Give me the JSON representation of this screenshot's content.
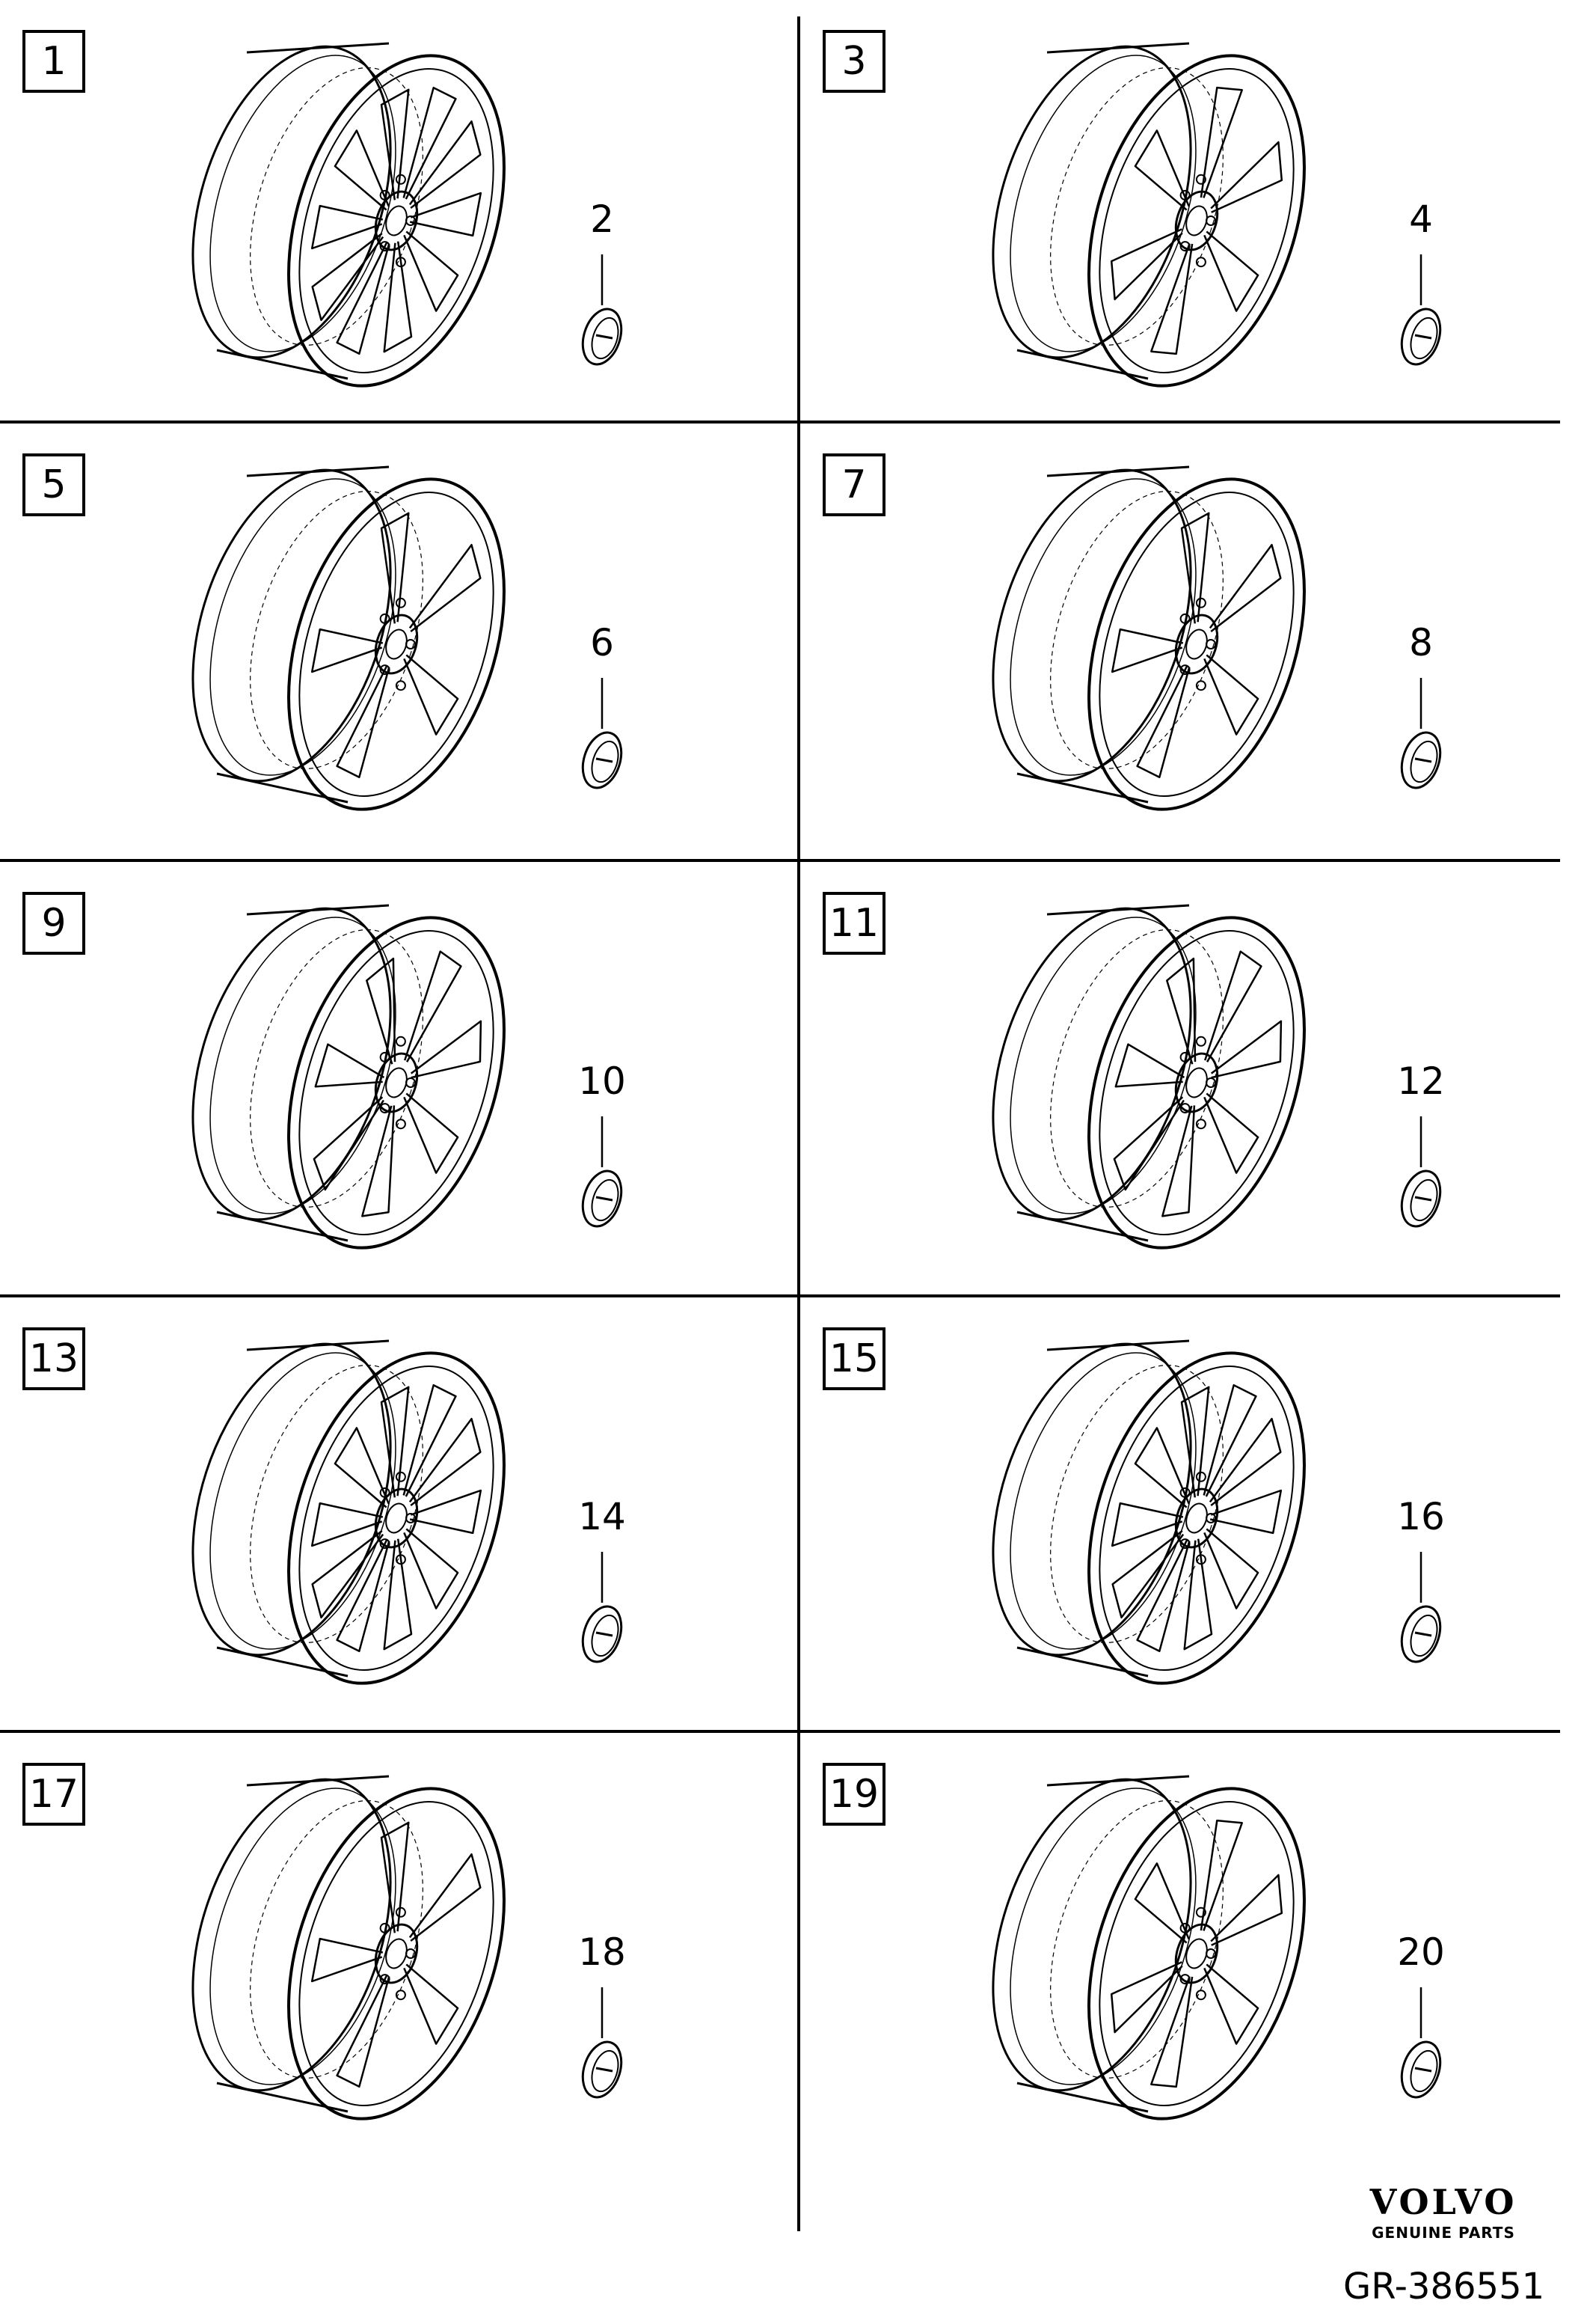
{
  "panels": [
    {
      "wheel": "1",
      "cap": "2",
      "spokes": 10
    },
    {
      "wheel": "3",
      "cap": "4",
      "spokes": 6
    },
    {
      "wheel": "5",
      "cap": "6",
      "spokes": 5
    },
    {
      "wheel": "7",
      "cap": "8",
      "spokes": 5
    },
    {
      "wheel": "9",
      "cap": "10",
      "spokes": 7
    },
    {
      "wheel": "11",
      "cap": "12",
      "spokes": 7
    },
    {
      "wheel": "13",
      "cap": "14",
      "spokes": 10
    },
    {
      "wheel": "15",
      "cap": "16",
      "spokes": 10
    },
    {
      "wheel": "17",
      "cap": "18",
      "spokes": 5
    },
    {
      "wheel": "19",
      "cap": "20",
      "spokes": 6
    }
  ],
  "brand": {
    "name": "VOLVO",
    "tagline": "GENUINE PARTS"
  },
  "reference": "GR-386551"
}
